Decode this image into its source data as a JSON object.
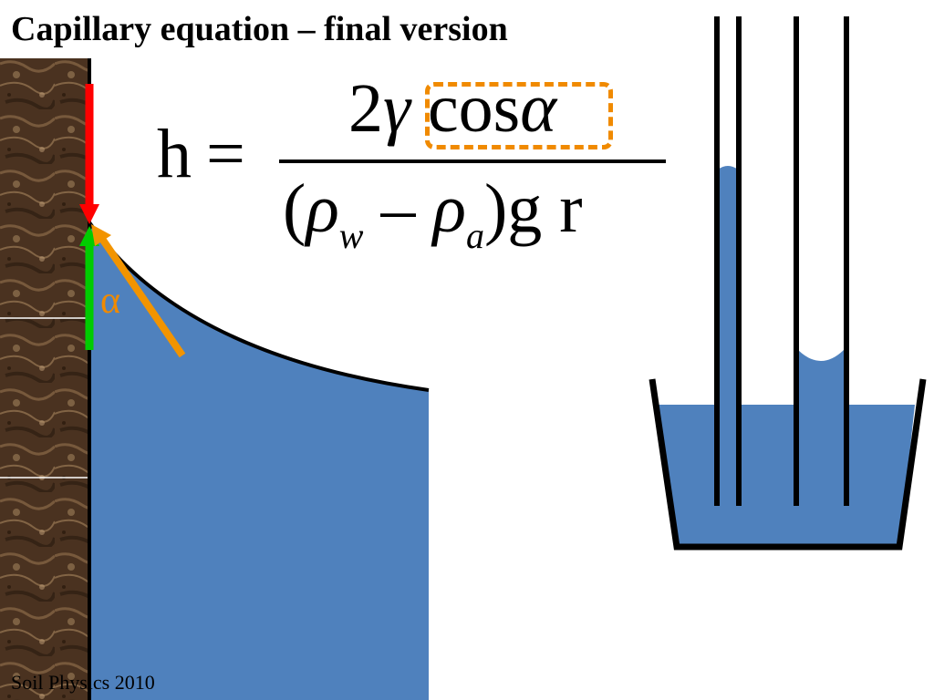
{
  "slide": {
    "title": "Capillary equation – final version",
    "footer": "Soil Physics 2010",
    "angle_label": "α"
  },
  "equation": {
    "lhs": "h",
    "equals": "=",
    "numerator_coefficient": "2",
    "numerator_gamma": "γ",
    "numerator_cos": "cos",
    "numerator_alpha": "α",
    "denominator_open": "(",
    "rho": "ρ",
    "sub_w": "w",
    "minus": "–",
    "sub_a": "a",
    "denominator_close": ")",
    "g": "g",
    "r": "r"
  },
  "colors": {
    "water": "#4f81bd",
    "arrow_down": "#ff0000",
    "arrow_up": "#00cc00",
    "arrow_angle": "#f29400",
    "highlight": "#f08a00",
    "soil": "#4a3220"
  }
}
